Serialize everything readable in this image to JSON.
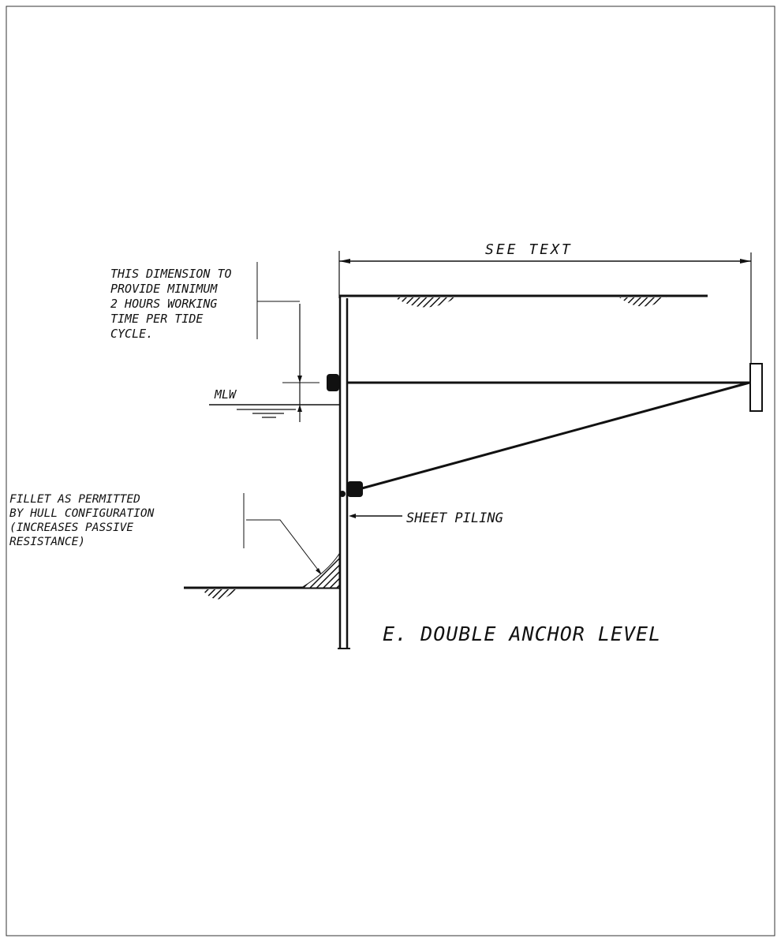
{
  "figure": {
    "title": "E. DOUBLE ANCHOR LEVEL",
    "dimension_label": "SEE TEXT",
    "water_level_label": "MLW",
    "sheet_piling_label": "SHEET PILING",
    "dimension_note": [
      "THIS DIMENSION TO",
      "PROVIDE MINIMUM",
      "2 HOURS WORKING",
      "TIME PER TIDE",
      "CYCLE."
    ],
    "fillet_note": [
      "FILLET AS PERMITTED",
      "BY HULL CONFIGURATION",
      "(INCREASES PASSIVE",
      " RESISTANCE)"
    ]
  }
}
